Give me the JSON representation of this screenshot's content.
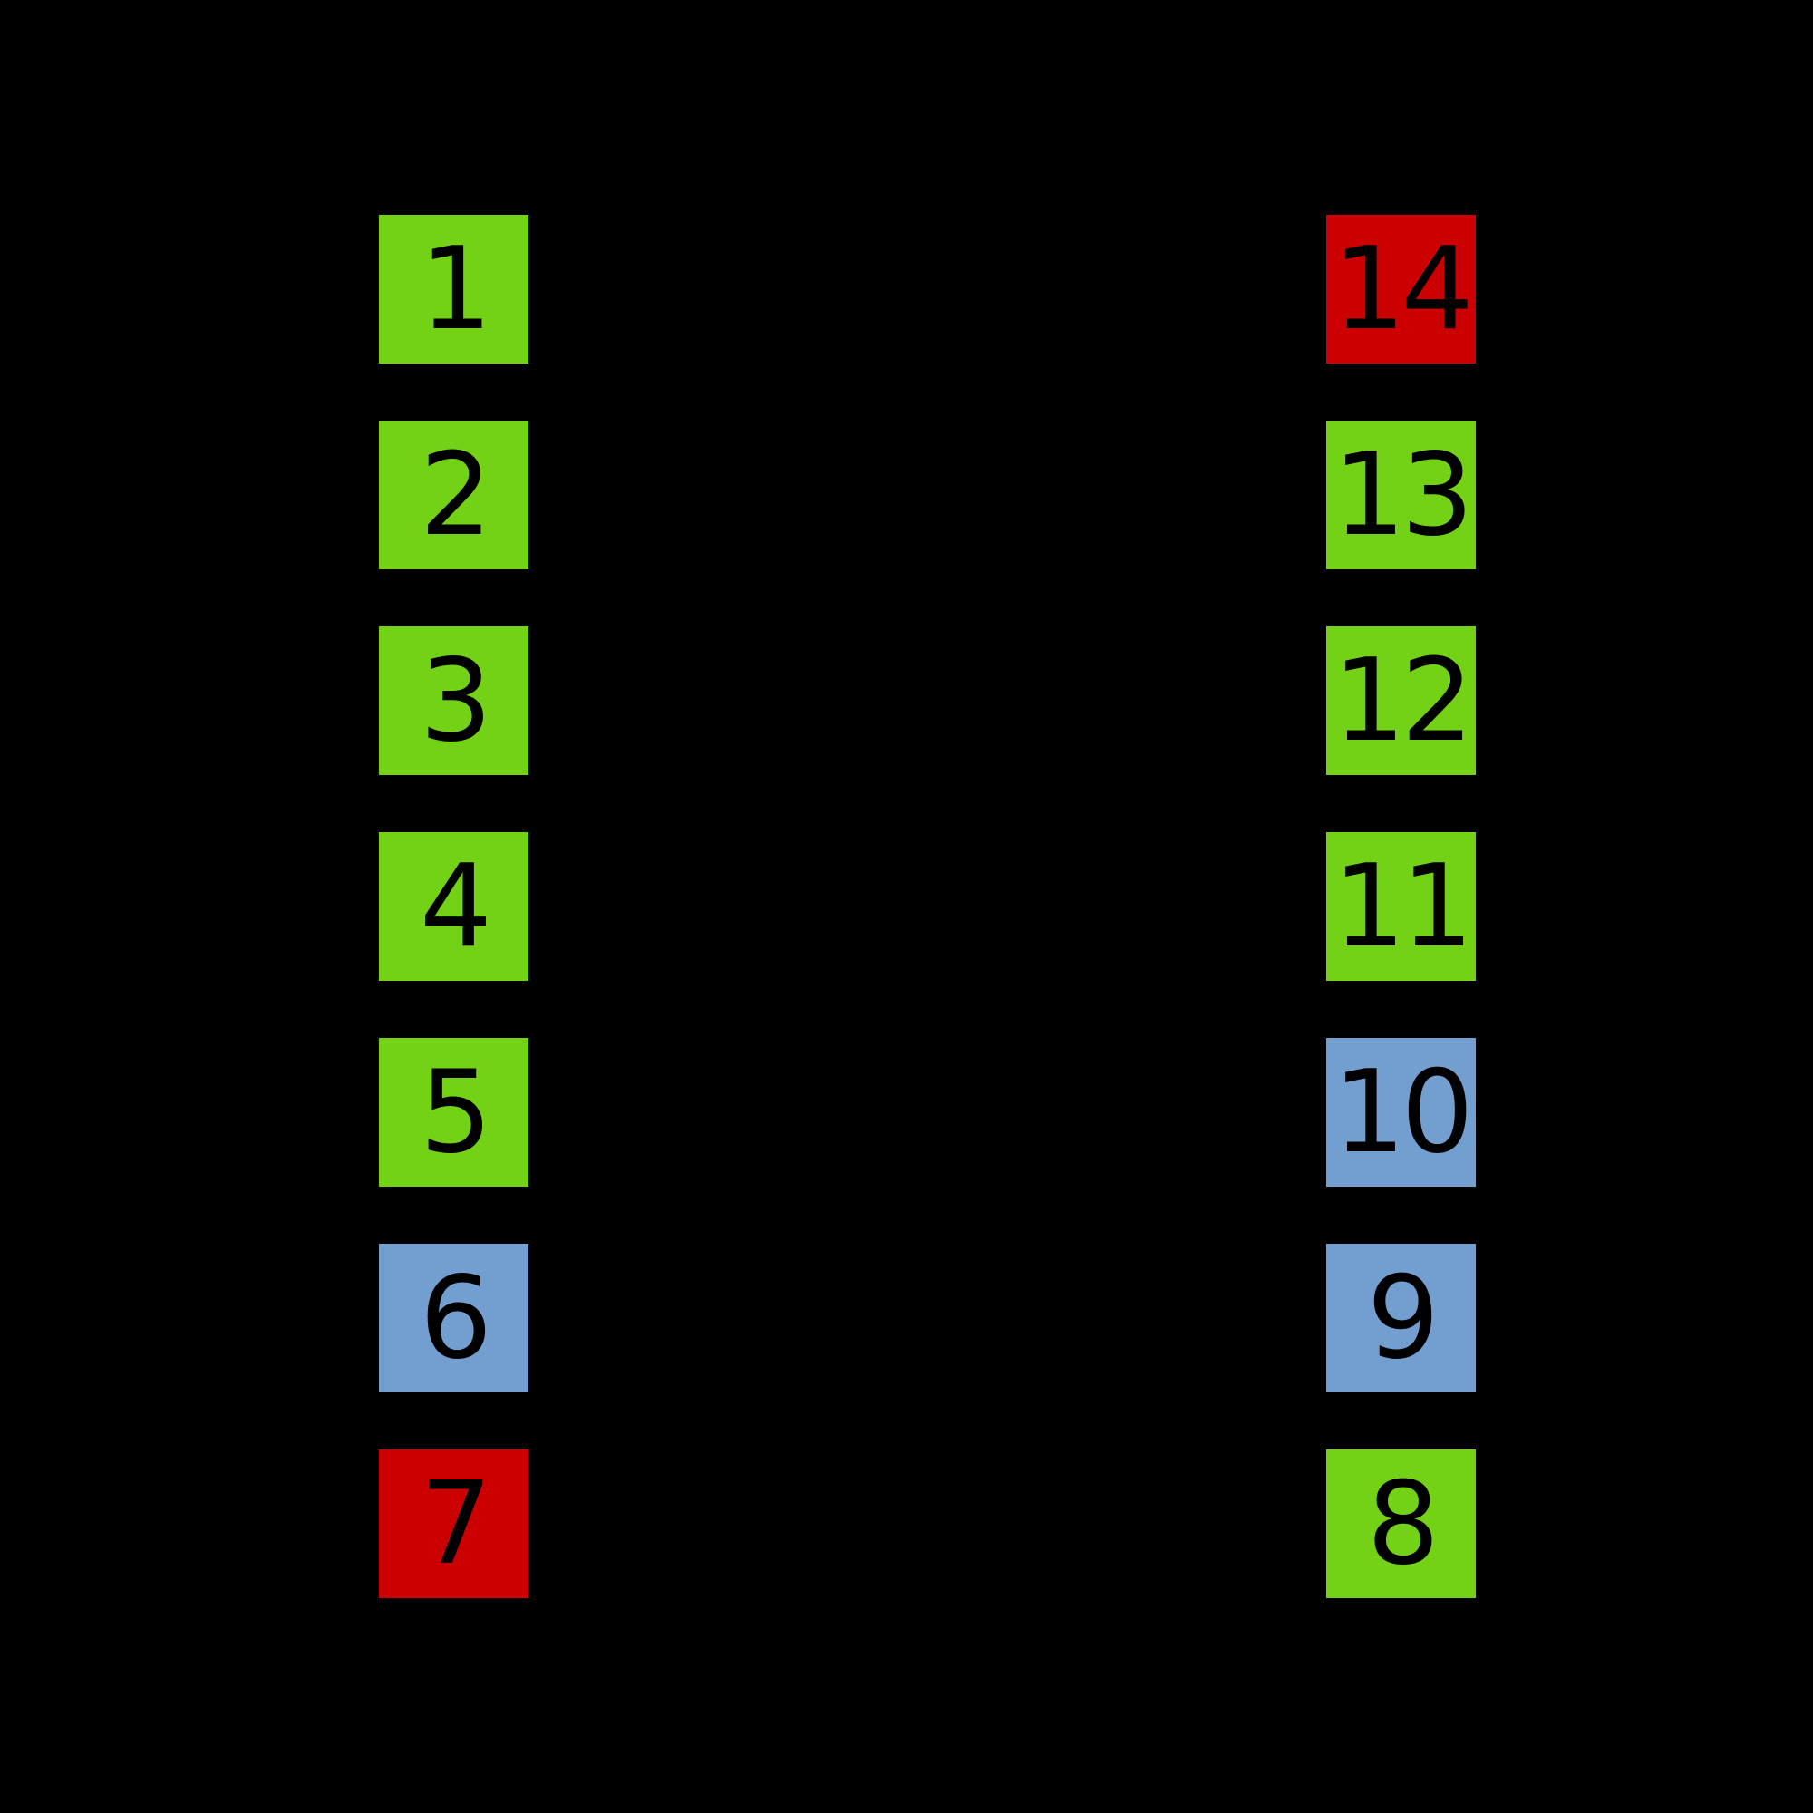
{
  "diagram": {
    "background_color": "#000000",
    "digit_color": "#000000",
    "palette": {
      "green": "#73d216",
      "blue": "#729fcf",
      "red": "#cc0000"
    },
    "left_column_pins": [
      {
        "label": "1",
        "color_name": "green",
        "color": "#73d216"
      },
      {
        "label": "2",
        "color_name": "green",
        "color": "#73d216"
      },
      {
        "label": "3",
        "color_name": "green",
        "color": "#73d216"
      },
      {
        "label": "4",
        "color_name": "green",
        "color": "#73d216"
      },
      {
        "label": "5",
        "color_name": "green",
        "color": "#73d216"
      },
      {
        "label": "6",
        "color_name": "blue",
        "color": "#729fcf"
      },
      {
        "label": "7",
        "color_name": "red",
        "color": "#cc0000"
      }
    ],
    "right_column_pins": [
      {
        "label": "14",
        "color_name": "red",
        "color": "#cc0000"
      },
      {
        "label": "13",
        "color_name": "green",
        "color": "#73d216"
      },
      {
        "label": "12",
        "color_name": "green",
        "color": "#73d216"
      },
      {
        "label": "11",
        "color_name": "green",
        "color": "#73d216"
      },
      {
        "label": "10",
        "color_name": "blue",
        "color": "#729fcf"
      },
      {
        "label": "9",
        "color_name": "blue",
        "color": "#729fcf"
      },
      {
        "label": "8",
        "color_name": "green",
        "color": "#73d216"
      }
    ]
  }
}
